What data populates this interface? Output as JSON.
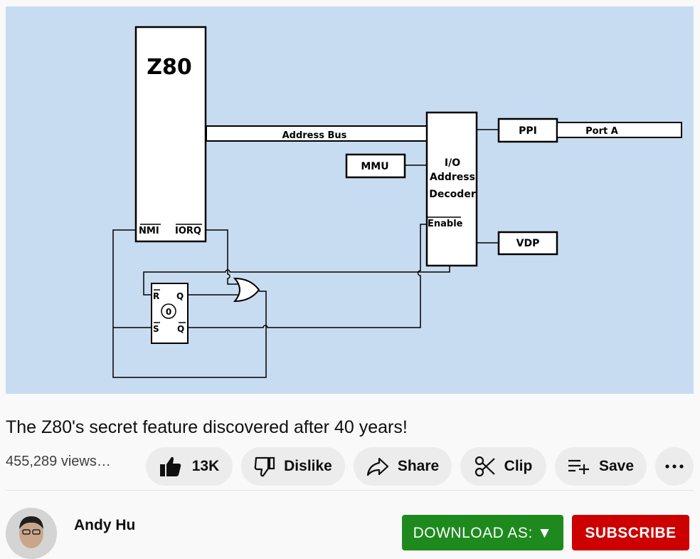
{
  "diagram": {
    "cpu_label": "Z80",
    "bus_label": "Address Bus",
    "mmu_label": "MMU",
    "decoder_line1": "I/O",
    "decoder_line2": "Address",
    "decoder_line3": "Decoder",
    "enable_label": "Enable",
    "ppi_label": "PPI",
    "porta_label": "Port A",
    "vdp_label": "VDP",
    "nmi_label": "NMI",
    "iorq_label": "IORQ",
    "ff_r": "R",
    "ff_q": "Q",
    "ff_s": "S",
    "ff_qbar": "Q",
    "ff_state": "0"
  },
  "video": {
    "title": "The Z80's secret feature discovered after 40 years!",
    "views": "455,289 views…"
  },
  "actions": {
    "like_count": "13K",
    "dislike_label": "Dislike",
    "share_label": "Share",
    "clip_label": "Clip",
    "save_label": "Save"
  },
  "channel": {
    "name": "Andy Hu",
    "download_label": "DOWNLOAD AS: ▼",
    "subscribe_label": "SUBSCRIBE"
  },
  "colors": {
    "video_bg": "#c8dcf1",
    "download_bg": "#1e8a1e",
    "subscribe_bg": "#cc0000"
  }
}
